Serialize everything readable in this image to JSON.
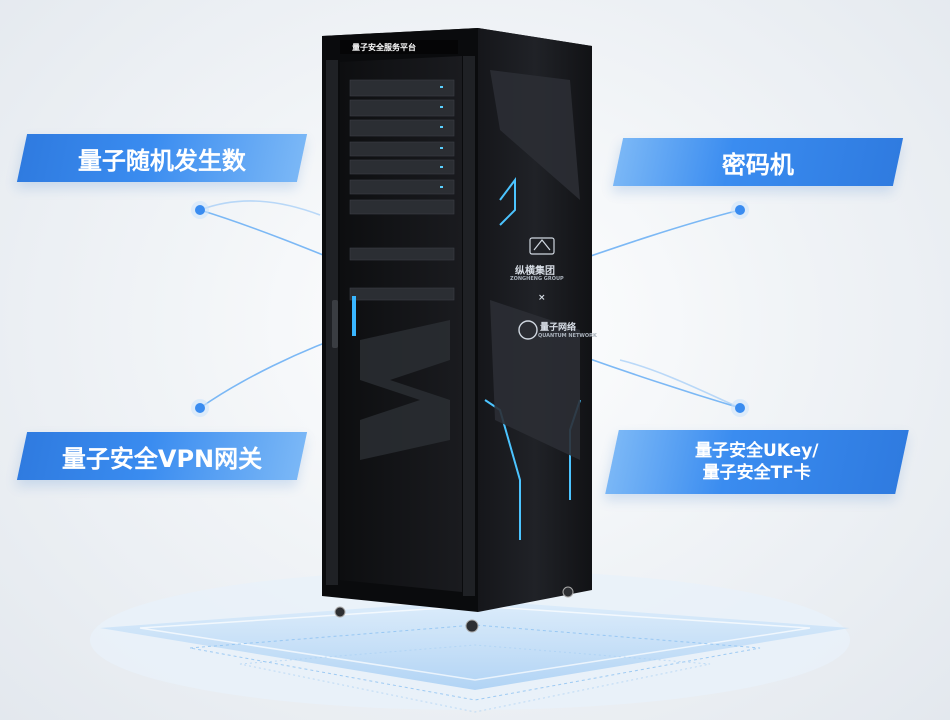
{
  "labels": {
    "quantum_rng": "量子随机发生数",
    "cipher_machine": "密码机",
    "quantum_vpn": "量子安全VPN网关",
    "ukey_line1": "量子安全UKey/",
    "ukey_line2": "量子安全TF卡"
  },
  "cabinet": {
    "top_banner": "量子安全服务平台",
    "brand_left": "纵横集团",
    "brand_left_en": "ZONGHENG GROUP",
    "connector": "×",
    "brand_right": "量子网络",
    "brand_right_en": "QUANTUM NETWORK"
  },
  "colors": {
    "accent": "#3a8cf0",
    "cabinet": "#1b1c1f",
    "line": "#6fb2f5"
  }
}
